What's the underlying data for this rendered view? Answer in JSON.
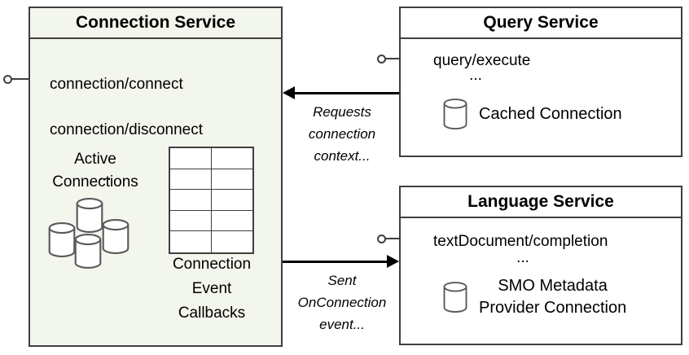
{
  "connection_service": {
    "title": "Connection Service",
    "endpoint_1": "connection/connect",
    "endpoint_2": "connection/disconnect",
    "ellipsis": "...",
    "active_connections_label": "Active\nConnections",
    "callbacks_label": "Connection\nEvent\nCallbacks"
  },
  "query_service": {
    "title": "Query Service",
    "endpoint": "query/execute",
    "ellipsis": "...",
    "connection_label": "Cached Connection"
  },
  "language_service": {
    "title": "Language Service",
    "endpoint": "textDocument/completion",
    "ellipsis": "...",
    "connection_label": "SMO Metadata\nProvider Connection"
  },
  "arrows": {
    "requests_label": "Requests\nconnection\ncontext...",
    "sent_label": "Sent\nOnConnection\nevent..."
  },
  "colors": {
    "connection_box_bg": "#f3f6ed",
    "box_border": "#3f3f3f",
    "cylinder_stroke": "#595959",
    "arrow": "#000000"
  }
}
